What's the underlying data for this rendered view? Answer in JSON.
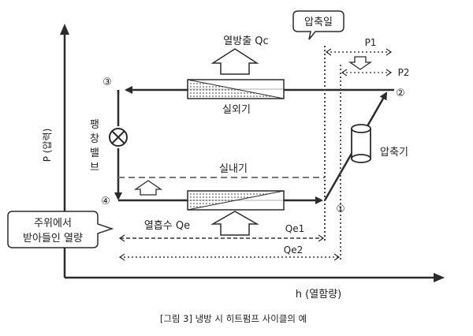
{
  "labels": {
    "heat_release": "열방출 Qc",
    "condenser": "실외기",
    "expansion_valve_1": "팽",
    "expansion_valve_2": "창",
    "expansion_valve_3": "밸",
    "expansion_valve_4": "브",
    "evaporator": "실내기",
    "compressor": "압축기",
    "compression_work": "압축일",
    "heat_absorb": "열흡수 Qe",
    "qe1": "Qe1",
    "qe2": "Qe2",
    "p1": "P1",
    "p2": "P2",
    "ambient_heat_line1": "주위에서",
    "ambient_heat_line2": "받아들인 열량",
    "y_axis": "P (압력)",
    "x_axis": "h (열함량)",
    "caption": "[그림 3] 냉방 시 히트펌프 사이클의 예"
  },
  "points": {
    "p1": "①",
    "p2": "②",
    "p3": "③",
    "p4": "④"
  },
  "colors": {
    "line": "#2b2b2b",
    "dotted": "#555555",
    "dashed": "#777777"
  }
}
